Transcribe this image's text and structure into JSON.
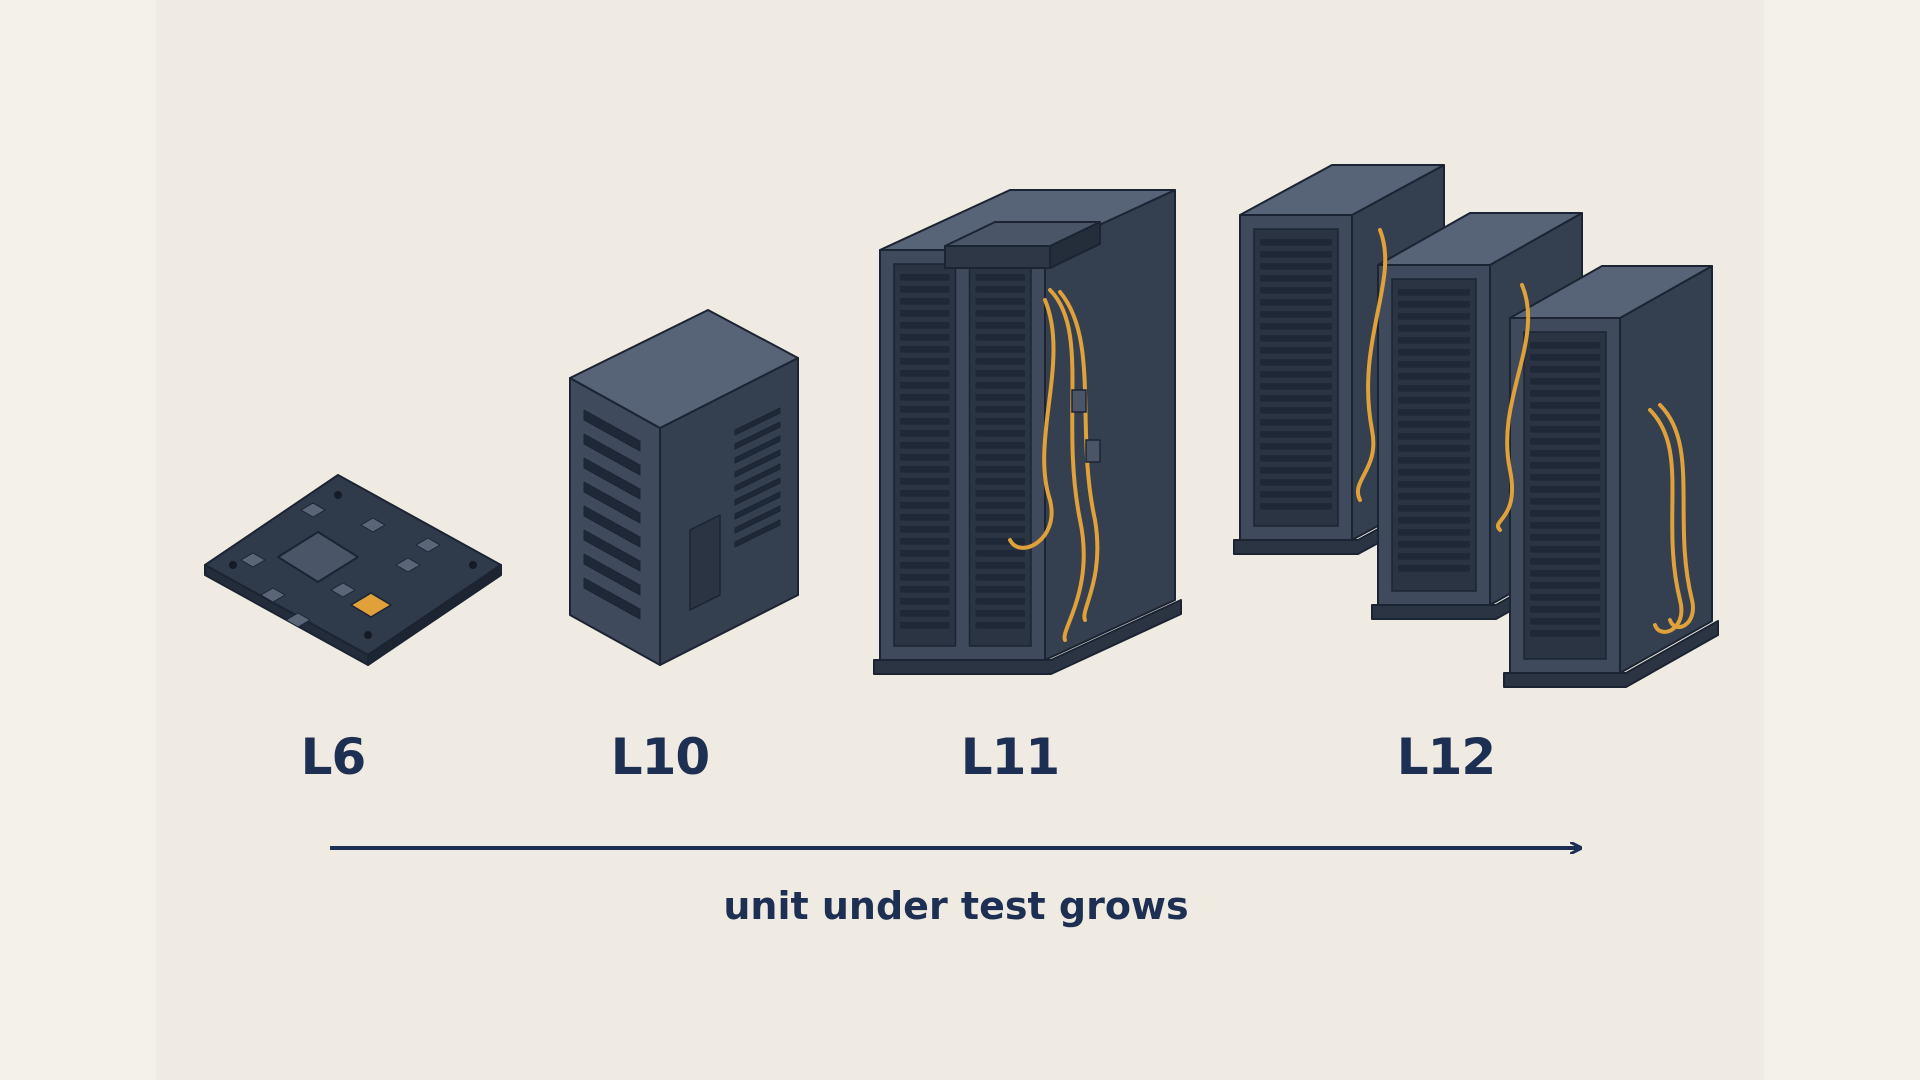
{
  "levels": [
    {
      "id": "L6",
      "label": "L6",
      "icon": "circuit-board-icon"
    },
    {
      "id": "L10",
      "label": "L10",
      "icon": "server-tower-icon"
    },
    {
      "id": "L11",
      "label": "L11",
      "icon": "server-rack-icon"
    },
    {
      "id": "L12",
      "label": "L12",
      "icon": "server-rack-cluster-icon"
    }
  ],
  "axis": {
    "caption": "unit under test grows"
  },
  "colors": {
    "background": "#efebe2",
    "rack_front": "#3f4a5c",
    "rack_side": "#34404f",
    "rack_top": "#576377",
    "outline": "#1b2433",
    "cable": "#e0a13a",
    "text": "#1d2f52"
  }
}
